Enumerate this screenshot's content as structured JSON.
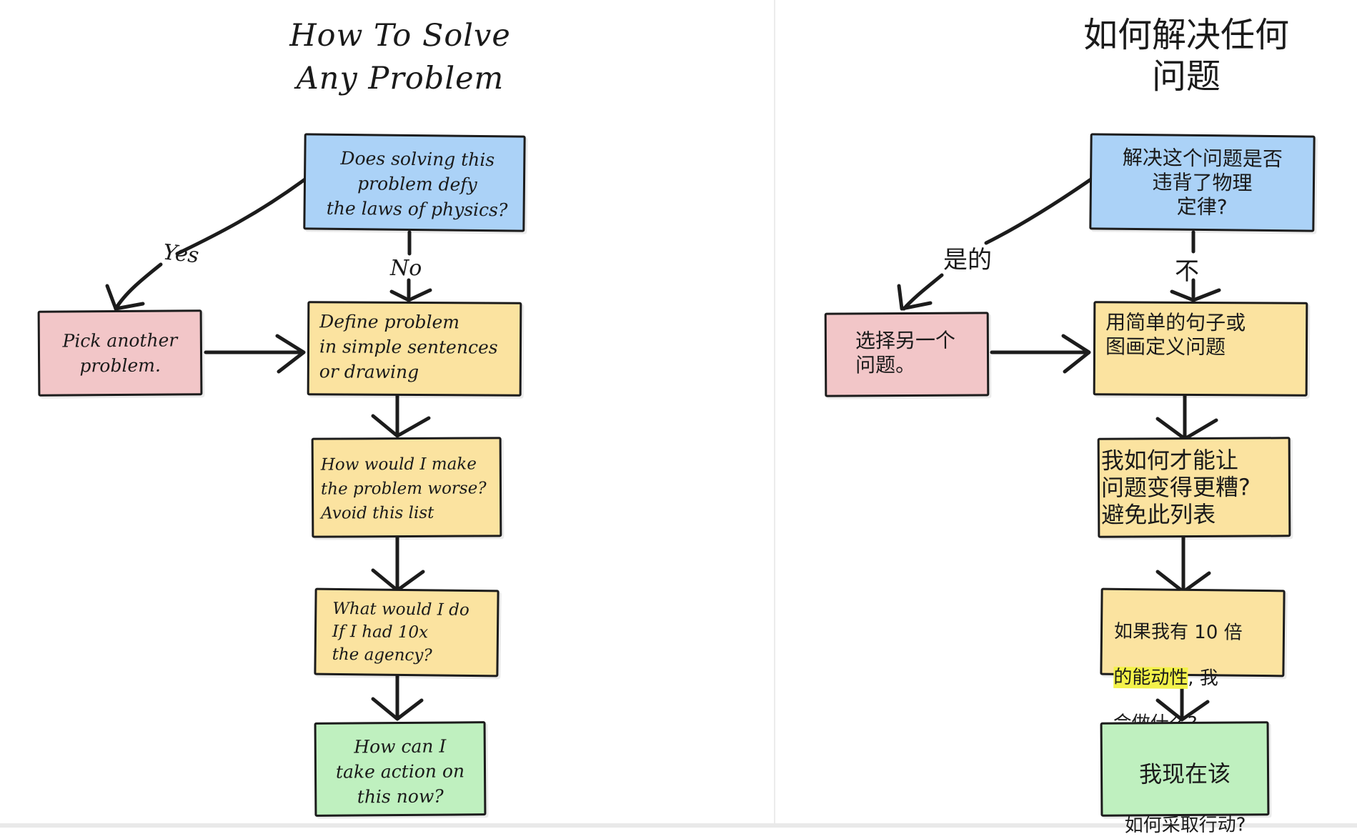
{
  "colors": {
    "blue": "#abd2f7",
    "pink": "#f2c6c8",
    "yellow": "#fbe3a0",
    "green": "#bff0bf",
    "stroke": "#1c1c1c",
    "highlight": "#f3f24a"
  },
  "english": {
    "title": "How To Solve\nAny Problem",
    "q_physics": "Does solving this\nproblem defy\nthe laws of physics?",
    "yes_label": "Yes",
    "no_label": "No",
    "pick_another": "Pick another\nproblem.",
    "define_problem": "Define problem\nin simple sentences\nor drawing",
    "make_worse": "How would I make\nthe problem worse?\nAvoid this list",
    "agency": "What would I do\nIf I had 10x\nthe agency?",
    "action_now": "How can I\ntake action on\nthis now?"
  },
  "chinese": {
    "title": "如何解决任何\n问题",
    "q_physics": "解决这个问题是否\n违背了物理\n定律?",
    "yes_label": "是的",
    "no_label": "不",
    "pick_another": "选择另一个\n问题。",
    "define_problem": "用简单的句子或\n图画定义问题",
    "make_worse": "我如何才能让\n问题变得更糟?\n避免此列表",
    "agency_line1": "如果我有 10 倍",
    "agency_highlight": "的能动性",
    "agency_line2_rest": ", 我",
    "agency_line3": "会做什么?",
    "action_line1": "我现在该",
    "action_line2": "如何采取行动?"
  }
}
